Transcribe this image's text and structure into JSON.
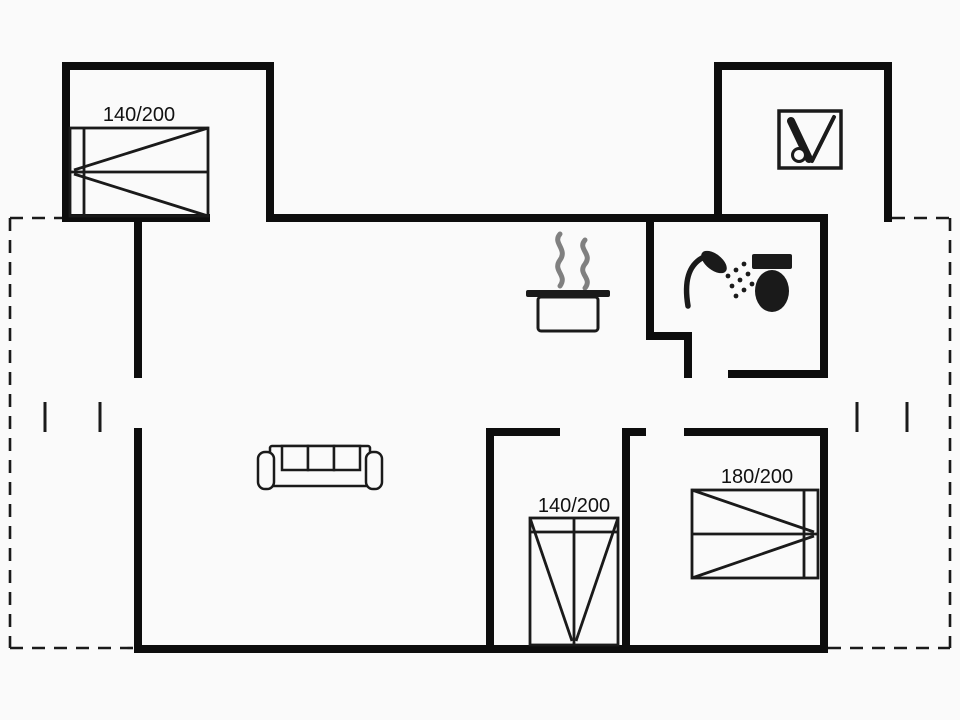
{
  "canvas": {
    "background": "#fafafa",
    "wall_color": "#0d0d0d",
    "line_color": "#1a1a1a",
    "steam_color": "#808080",
    "text_color": "#111111"
  },
  "beds": [
    {
      "id": "top-left",
      "label": "140/200"
    },
    {
      "id": "bottom-middle",
      "label": "140/200"
    },
    {
      "id": "bottom-right",
      "label": "180/200"
    }
  ],
  "icons": {
    "kitchen": "cooking-pot-steam-icon",
    "bathroom": [
      "shower-icon",
      "toilet-icon"
    ],
    "living_room": "sofa-icon",
    "annex": "utility-tools-icon"
  }
}
